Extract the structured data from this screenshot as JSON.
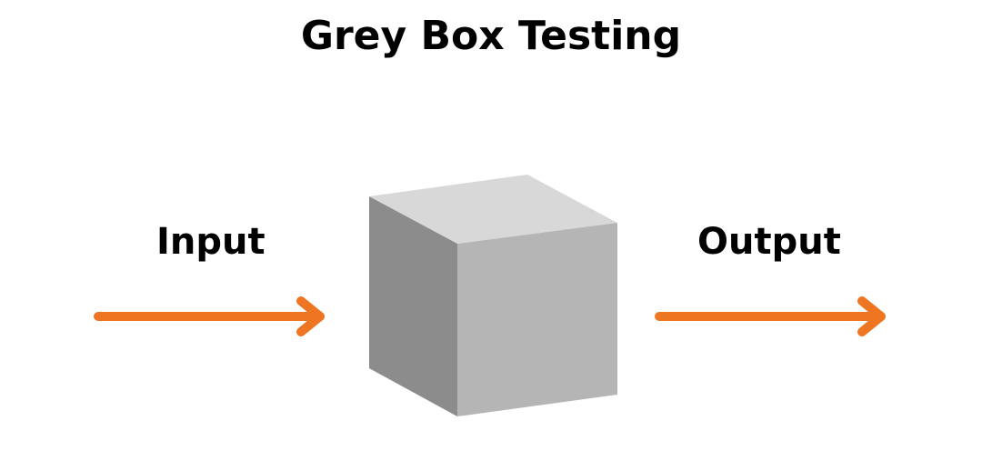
{
  "title": "Grey Box Testing",
  "input_label": "Input",
  "output_label": "Output",
  "colors": {
    "arrow": "#EE7623",
    "cube_top": "#D8D8D8",
    "cube_left": "#8C8C8C",
    "cube_front": "#B5B5B5"
  }
}
